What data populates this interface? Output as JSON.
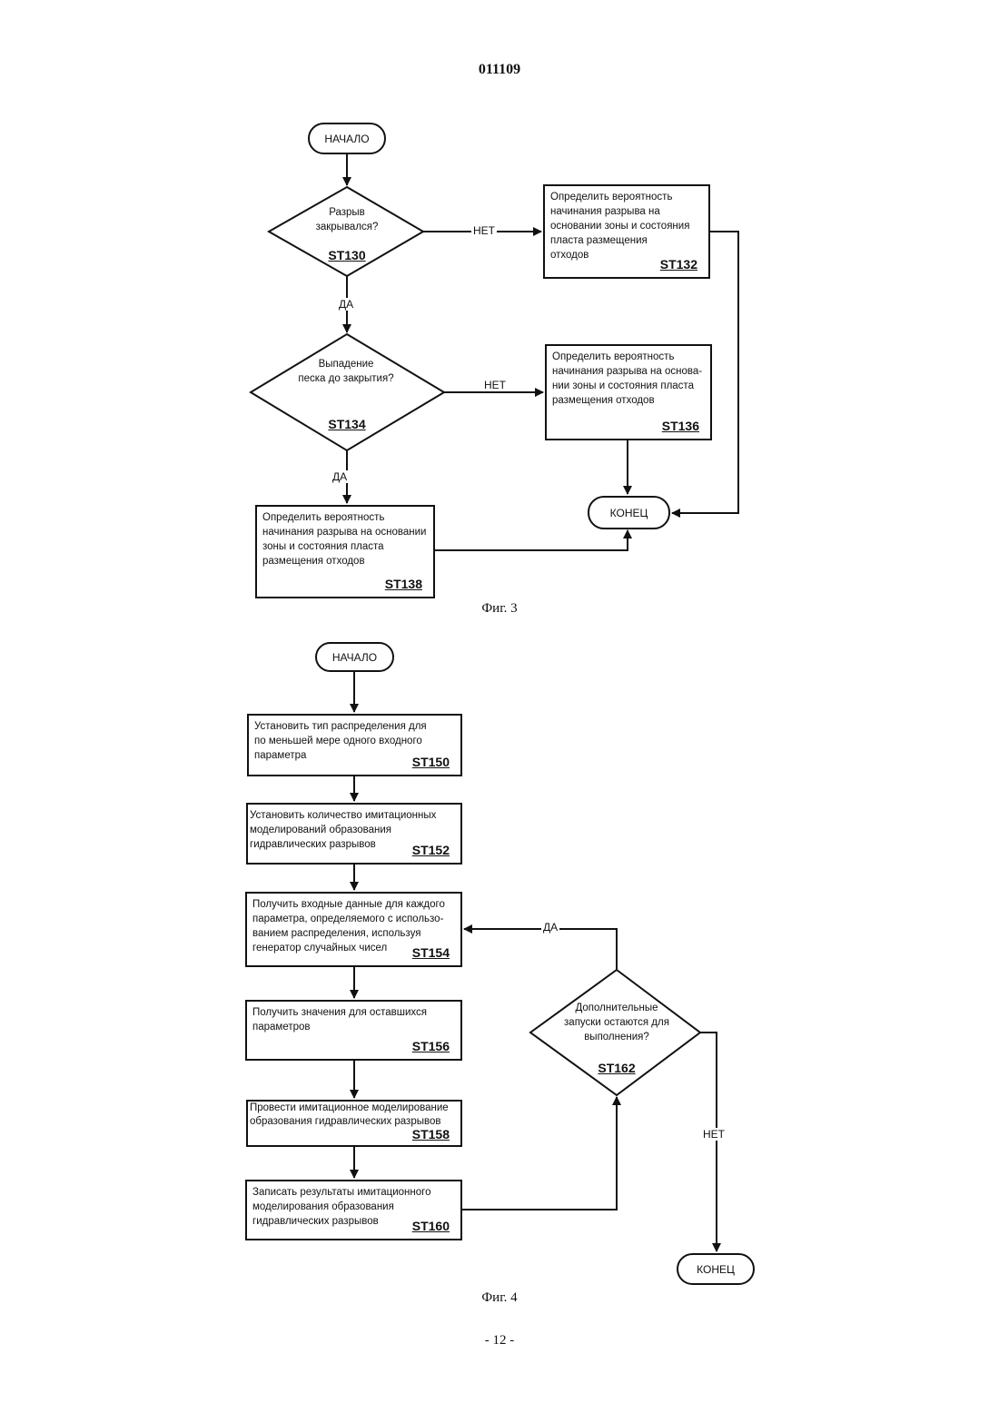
{
  "header": {
    "doc_number": "011109"
  },
  "fig3": {
    "start": "НАЧАЛО",
    "end": "КОНЕЦ",
    "d130": {
      "text": "Разрыв\nзакрывался?",
      "code": "ST130"
    },
    "d134": {
      "text": "Выпадение\nпеска до закрытия?",
      "code": "ST134"
    },
    "b132": {
      "text": "Определить вероятность\n  начинания разрыва на\nосновании зоны и состояния\nпласта размещения\n        отходов",
      "code": "ST132"
    },
    "b136": {
      "text": "Определить вероятность\nначинания разрыва на основа-\nнии зоны и состояния пласта\nразмещения отходов",
      "code": "ST136"
    },
    "b138": {
      "text": "   Определить вероятность\nначинания разрыва на основании\nзоны и состояния пласта\nразмещения отходов",
      "code": "ST138"
    },
    "no_130": "НЕТ",
    "yes_130": "ДА",
    "no_134": "НЕТ",
    "yes_134": "ДА",
    "caption": "Фиг. 3"
  },
  "fig4": {
    "start": "НАЧАЛО",
    "end": "КОНЕЦ",
    "b150": {
      "text": "Установить тип распределения для\nпо меньшей мере одного входного\n        параметра",
      "code": "ST150"
    },
    "b152": {
      "text": "Установить количество имитационных\n     моделирований образования\n     гидравлических разрывов",
      "code": "ST152"
    },
    "b154": {
      "text": "Получить входные данные для каждого\nпараметра, определяемого с использо-\nванием распределения, используя\nгенератор случайных чисел",
      "code": "ST154"
    },
    "b156": {
      "text": "Получить значения для оставшихся\n             параметров",
      "code": "ST156"
    },
    "b158": {
      "text": "Провести имитационное моделирование\nобразования гидравлических разрывов",
      "code": "ST158"
    },
    "b160": {
      "text": "Записать результаты имитационного\nмоделирования образования\n гидравлических разрывов",
      "code": "ST160"
    },
    "d162": {
      "text": "Дополнительные\nзапуски остаются для\nвыполнения?",
      "code": "ST162"
    },
    "yes_162": "ДА",
    "no_162": "НЕТ",
    "caption": "Фиг. 4"
  },
  "footer": {
    "page_number": "- 12 -"
  }
}
